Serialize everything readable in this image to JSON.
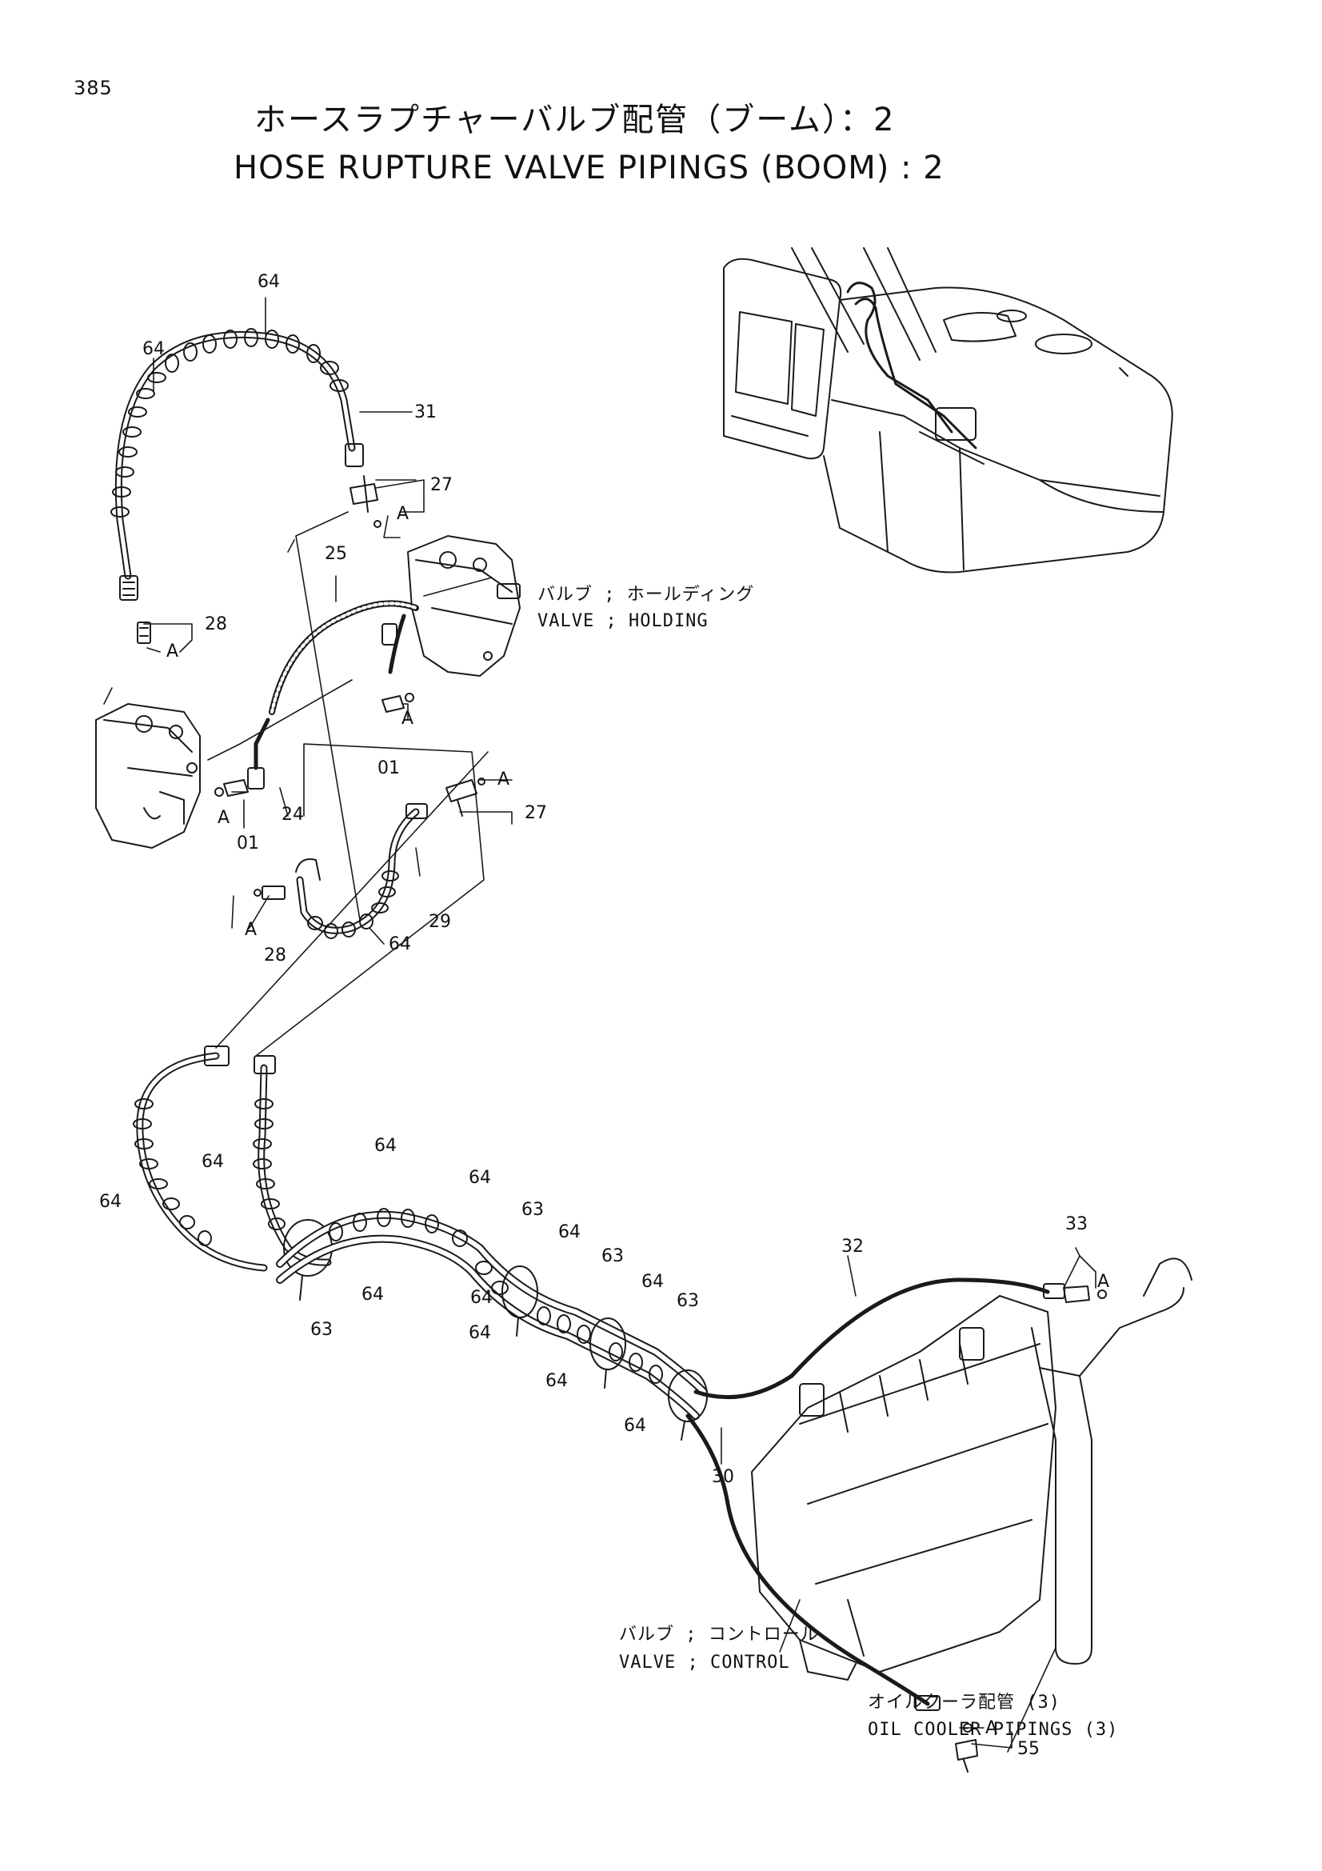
{
  "page_number": "385",
  "title_jp": "ホースラプチャーバルブ配管（ブーム）：2",
  "title_en": "HOSE RUPTURE VALVE PIPINGS (BOOM) : 2",
  "labels": {
    "holding_jp": "バルブ ; ホールディング",
    "holding_en": "VALVE ; HOLDING",
    "control_jp": "バルブ ; コントロール",
    "control_en": "VALVE ; CONTROL",
    "oilcooler_jp": "オイルクーラ配管 (3)",
    "oilcooler_en": "OIL COOLER PIPINGS (3)"
  },
  "callouts": {
    "c64_top": "64",
    "c64_left": "64",
    "c31": "31",
    "c27_top": "27",
    "cA_top": "A",
    "c25": "25",
    "c28_left": "28",
    "cA_left": "A",
    "cA_mid": "A",
    "c01_mid": "01",
    "cA_mid2": "A",
    "c27_mid": "27",
    "cA_low": "A",
    "c01_low": "01",
    "c24": "24",
    "c29": "29",
    "cA_bot": "A",
    "c28_bot": "28",
    "c64_bot": "64",
    "c64_a": "64",
    "c64_b": "64",
    "c64_c": "64",
    "c64_d": "64",
    "c63_a": "63",
    "c64_e": "64",
    "c63_b": "63",
    "c64_f": "64",
    "c63_c": "63",
    "c64_g": "64",
    "c63_d": "63",
    "c64_h": "64",
    "c64_i": "64",
    "c64_j": "64",
    "c64_k": "64",
    "c32": "32",
    "c33": "33",
    "cA_right": "A",
    "c30": "30",
    "cA_ctrl": "A",
    "c55": "55"
  }
}
